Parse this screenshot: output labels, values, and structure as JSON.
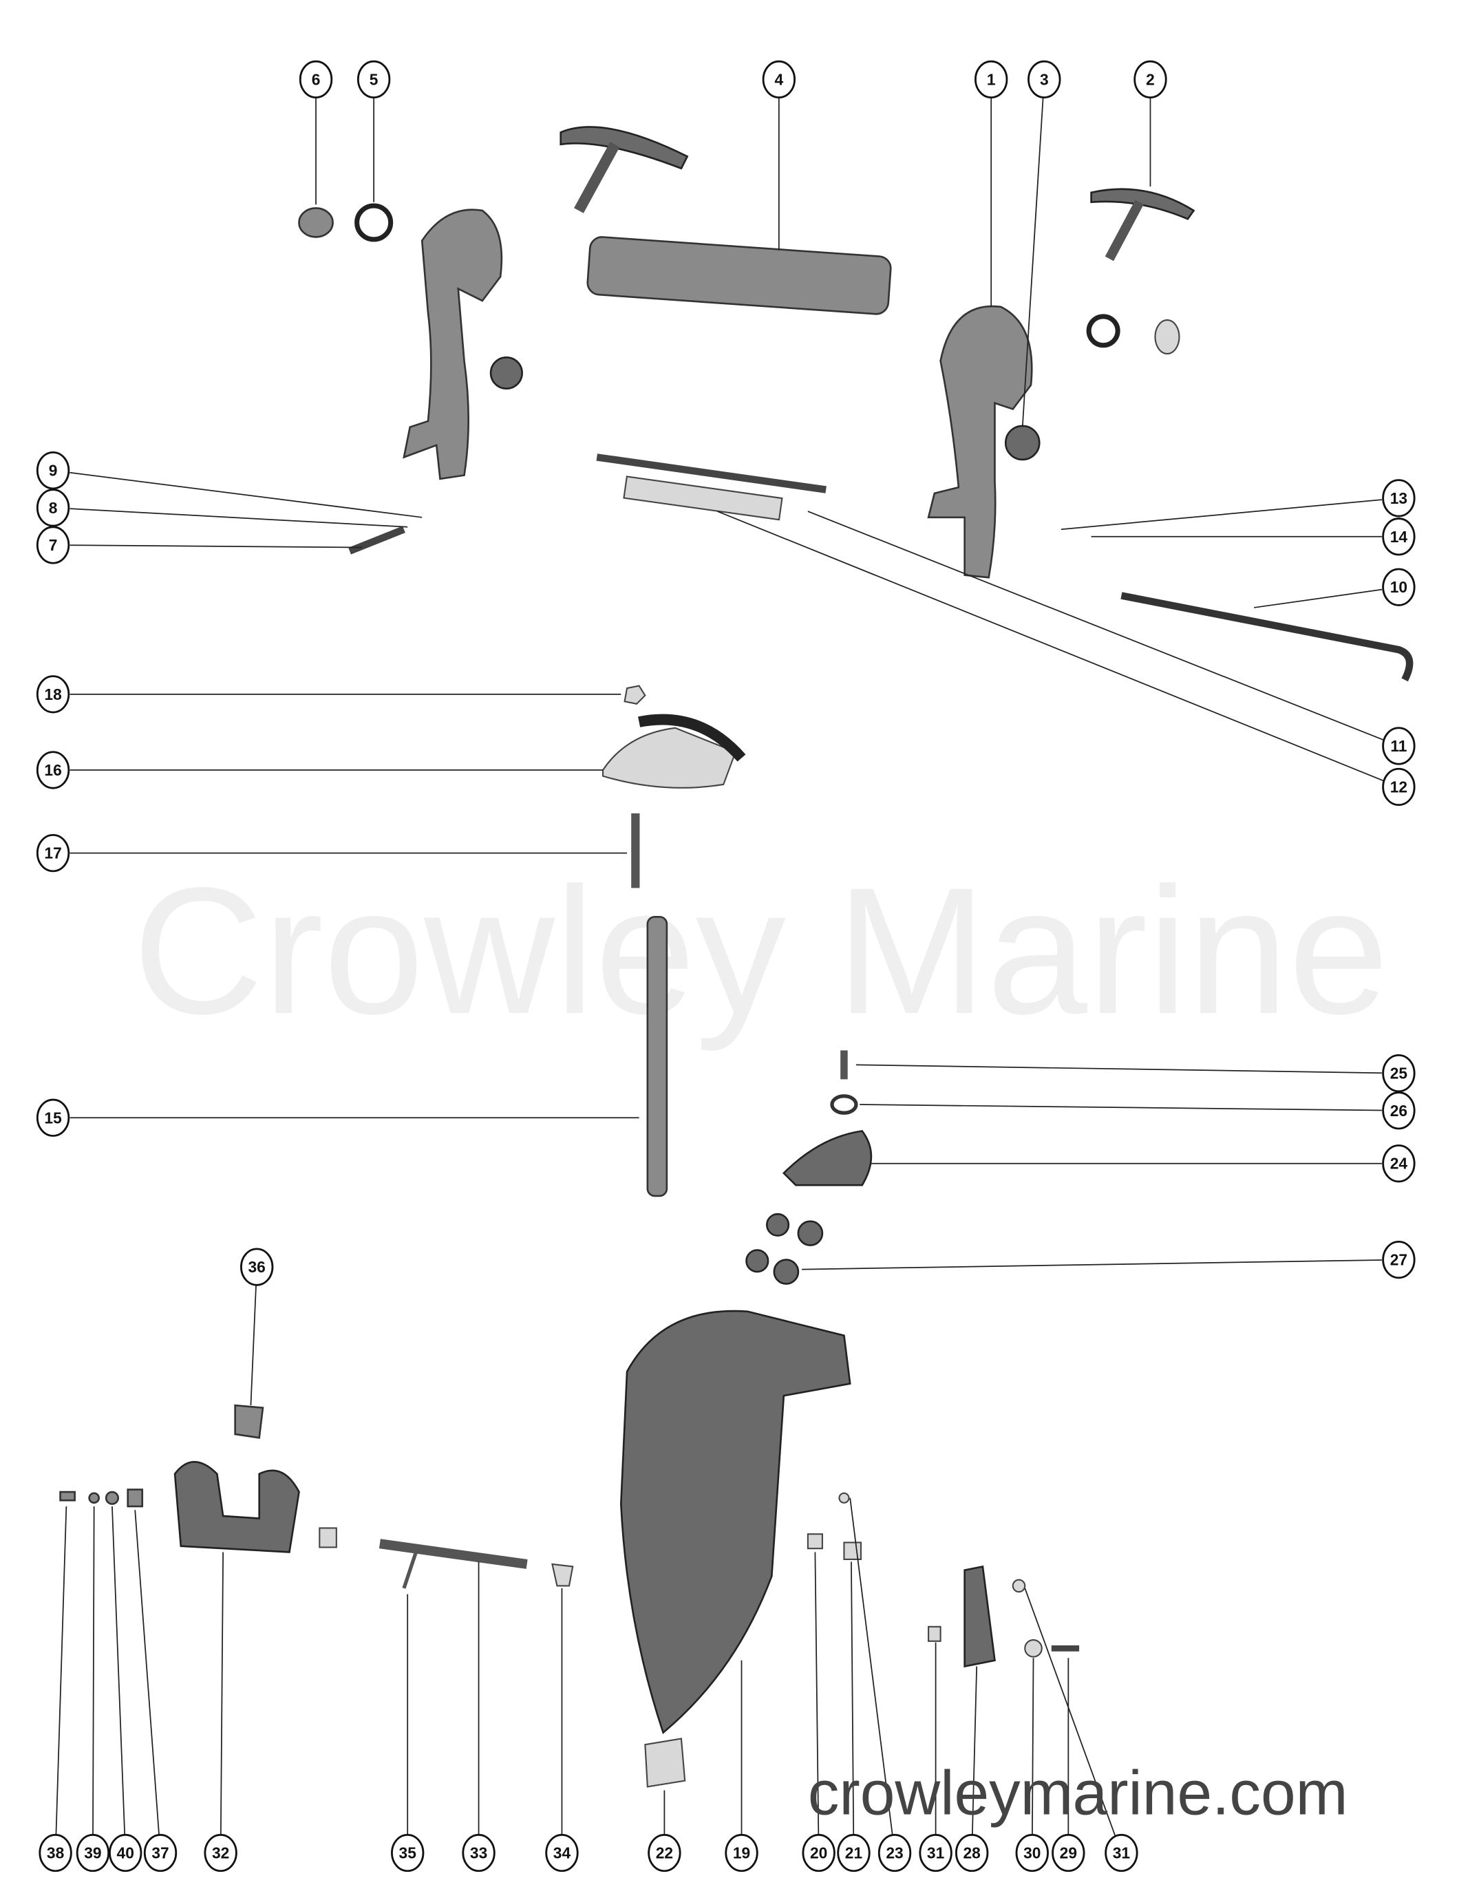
{
  "watermark_center": "Crowley Marine",
  "watermark_bottom": "crowleymarine.com",
  "callouts": [
    "6",
    "5",
    "4",
    "1",
    "3",
    "2",
    "9",
    "8",
    "7",
    "13",
    "14",
    "10",
    "11",
    "12",
    "18",
    "16",
    "17",
    "15",
    "25",
    "26",
    "24",
    "27",
    "36",
    "38",
    "39",
    "40",
    "37",
    "32",
    "35",
    "33",
    "34",
    "22",
    "19",
    "20",
    "21",
    "23",
    "31",
    "28",
    "30",
    "29",
    "31"
  ]
}
